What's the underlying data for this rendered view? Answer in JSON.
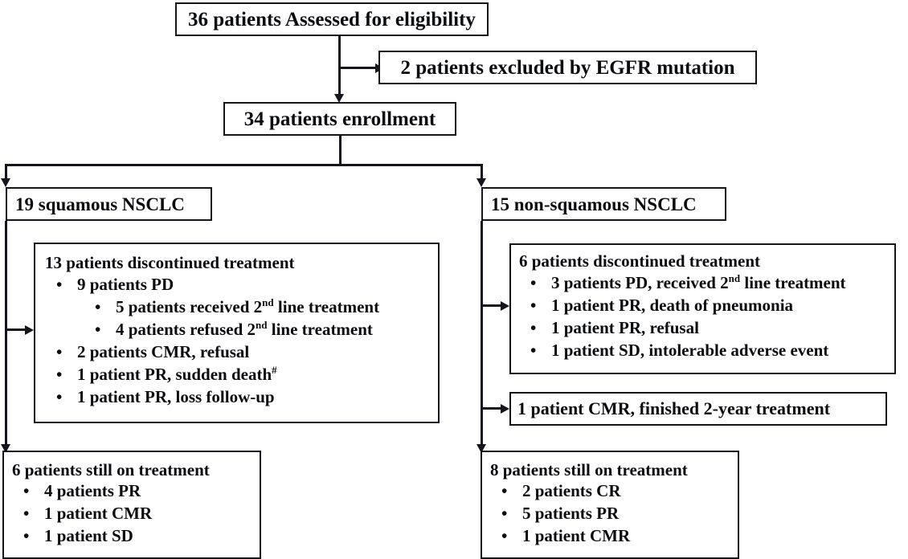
{
  "diagram": {
    "title": "Patient disposition flow diagram",
    "colors": {
      "line": "#15161c",
      "text": "#0b0c10",
      "background": "#ffffff"
    },
    "nodes": {
      "assessed": {
        "text": "36 patients Assessed for eligibility"
      },
      "excluded": {
        "text": "2 patients excluded by EGFR  mutation"
      },
      "enrollment": {
        "text": "34 patients enrollment"
      },
      "squamous": {
        "text": "19 squamous NSCLC"
      },
      "nonsquamous": {
        "text": "15 non-squamous NSCLC"
      },
      "sq_discontinued": {
        "header": "13 patients discontinued treatment",
        "items": [
          {
            "level": 1,
            "prefix": "9 patients PD",
            "sup": "",
            "suffix": ""
          },
          {
            "level": 2,
            "prefix": "5 patients received 2",
            "sup": "nd",
            "suffix": " line treatment"
          },
          {
            "level": 2,
            "prefix": "4 patients refused 2",
            "sup": "nd",
            "suffix": " line treatment"
          },
          {
            "level": 1,
            "prefix": "2 patients CMR, refusal",
            "sup": "",
            "suffix": ""
          },
          {
            "level": 1,
            "prefix": "1 patient PR, sudden death",
            "sup": "#",
            "suffix": ""
          },
          {
            "level": 1,
            "prefix": "1 patient PR, loss follow-up",
            "sup": "",
            "suffix": ""
          }
        ]
      },
      "sq_ontreatment": {
        "header": "6 patients still on treatment",
        "items": [
          {
            "level": 1,
            "prefix": "4 patients PR",
            "sup": "",
            "suffix": ""
          },
          {
            "level": 1,
            "prefix": "1 patient CMR",
            "sup": "",
            "suffix": ""
          },
          {
            "level": 1,
            "prefix": "1 patient SD",
            "sup": "",
            "suffix": ""
          }
        ]
      },
      "nonsq_discontinued": {
        "header": "6 patients discontinued treatment",
        "items": [
          {
            "level": 1,
            "prefix": "3 patients PD, received 2",
            "sup": "nd",
            "suffix": " line treatment"
          },
          {
            "level": 1,
            "prefix": "1 patient PR, death of pneumonia",
            "sup": "",
            "suffix": ""
          },
          {
            "level": 1,
            "prefix": "1 patient PR, refusal",
            "sup": "",
            "suffix": ""
          },
          {
            "level": 1,
            "prefix": "1 patient SD, intolerable adverse event",
            "sup": "",
            "suffix": ""
          }
        ]
      },
      "nonsq_finished": {
        "text": "1 patient CMR, finished 2-year treatment"
      },
      "nonsq_ontreatment": {
        "header": "8 patients still on treatment",
        "items": [
          {
            "level": 1,
            "prefix": "2 patients CR",
            "sup": "",
            "suffix": ""
          },
          {
            "level": 1,
            "prefix": "5 patients PR",
            "sup": "",
            "suffix": ""
          },
          {
            "level": 1,
            "prefix": "1 patient CMR",
            "sup": "",
            "suffix": ""
          }
        ]
      }
    },
    "bullet_glyph": "•"
  }
}
